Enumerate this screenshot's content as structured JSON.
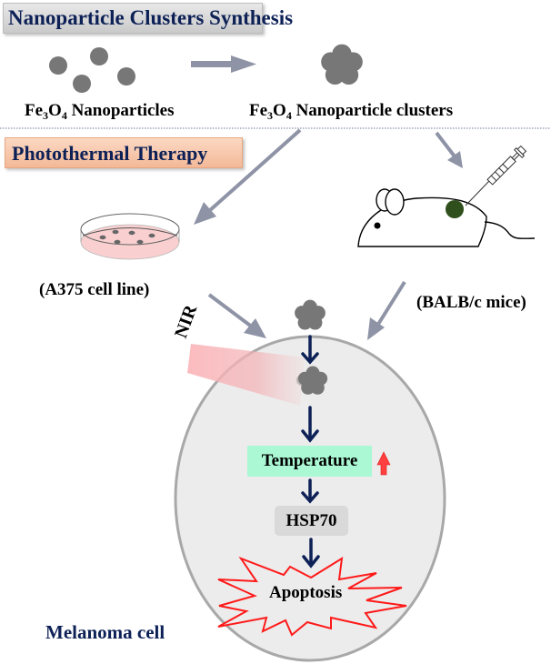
{
  "banners": {
    "synthesis": "Nanoparticle Clusters Synthesis",
    "therapy": "Photothermal Therapy"
  },
  "labels": {
    "nanoparticles": {
      "prefix": "Fe",
      "sub1": "3",
      "mid": "O",
      "sub2": "4",
      "suffix": " Nanoparticles"
    },
    "clusters": {
      "prefix": "Fe",
      "sub1": "3",
      "mid": "O",
      "sub2": "4",
      "suffix": " Nanoparticle clusters"
    },
    "cell_line": "(A375 cell line)",
    "mice": "(BALB/c mice)",
    "nir": "NIR",
    "melanoma": "Melanoma cell"
  },
  "pathway": {
    "temperature": "Temperature",
    "hsp": "HSP70",
    "apoptosis": "Apoptosis"
  },
  "colors": {
    "title_text": "#0d2157",
    "arrow_gray": "#8e93a6",
    "arrow_navy": "#0d2157",
    "particle": "#777777",
    "cell_fill": "#ececec",
    "cell_stroke": "#a8a8a8",
    "dish_fill": "#f9cfd0",
    "tumor": "#2f4f1c",
    "temp_box": "#aaf8d4",
    "hsp_box": "#d9d9d9",
    "starburst": "#ff1a1a",
    "up_arrow": "#ff4040"
  }
}
